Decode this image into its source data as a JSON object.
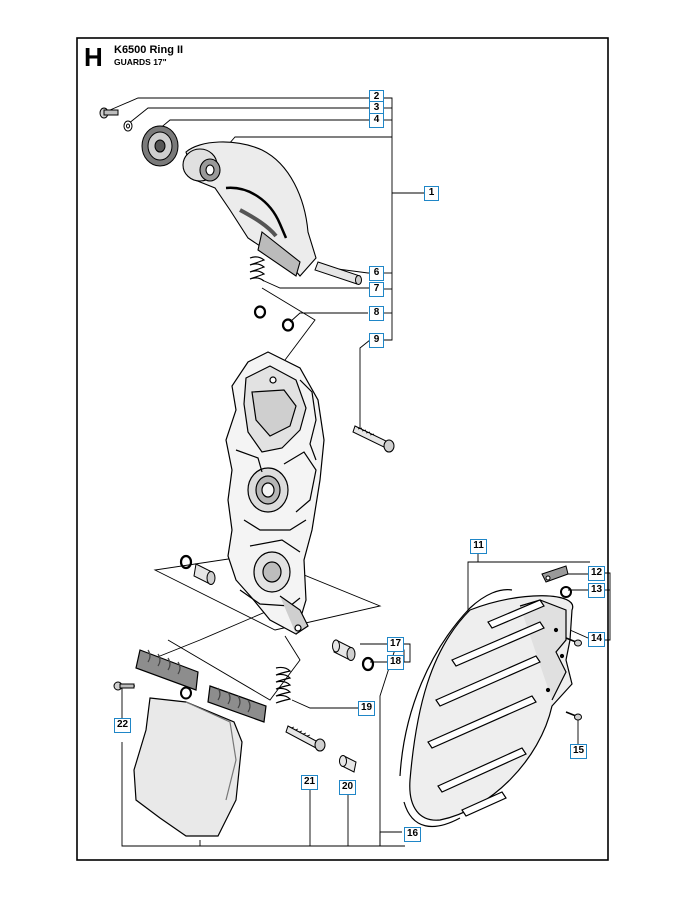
{
  "header": {
    "letter": "H",
    "title": "K6500 Ring II",
    "subtitle": "GUARDS 17\""
  },
  "callouts": [
    {
      "id": "c1",
      "text": "1"
    },
    {
      "id": "c2",
      "text": "2"
    },
    {
      "id": "c3",
      "text": "3"
    },
    {
      "id": "c4",
      "text": "4"
    },
    {
      "id": "c6",
      "text": "6"
    },
    {
      "id": "c7",
      "text": "7"
    },
    {
      "id": "c8",
      "text": "8"
    },
    {
      "id": "c9",
      "text": "9"
    },
    {
      "id": "c11",
      "text": "11"
    },
    {
      "id": "c12",
      "text": "12"
    },
    {
      "id": "c13",
      "text": "13"
    },
    {
      "id": "c14",
      "text": "14"
    },
    {
      "id": "c15",
      "text": "15"
    },
    {
      "id": "c16",
      "text": "16"
    },
    {
      "id": "c17",
      "text": "17"
    },
    {
      "id": "c18",
      "text": "18"
    },
    {
      "id": "c19",
      "text": "19"
    },
    {
      "id": "c20",
      "text": "20"
    },
    {
      "id": "c21",
      "text": "21"
    },
    {
      "id": "c22",
      "text": "22"
    }
  ],
  "colors": {
    "callout_border": "#1f86c7",
    "line": "#000000",
    "part_fill": "#f2f2f2",
    "part_dark": "#8a8a8a"
  }
}
